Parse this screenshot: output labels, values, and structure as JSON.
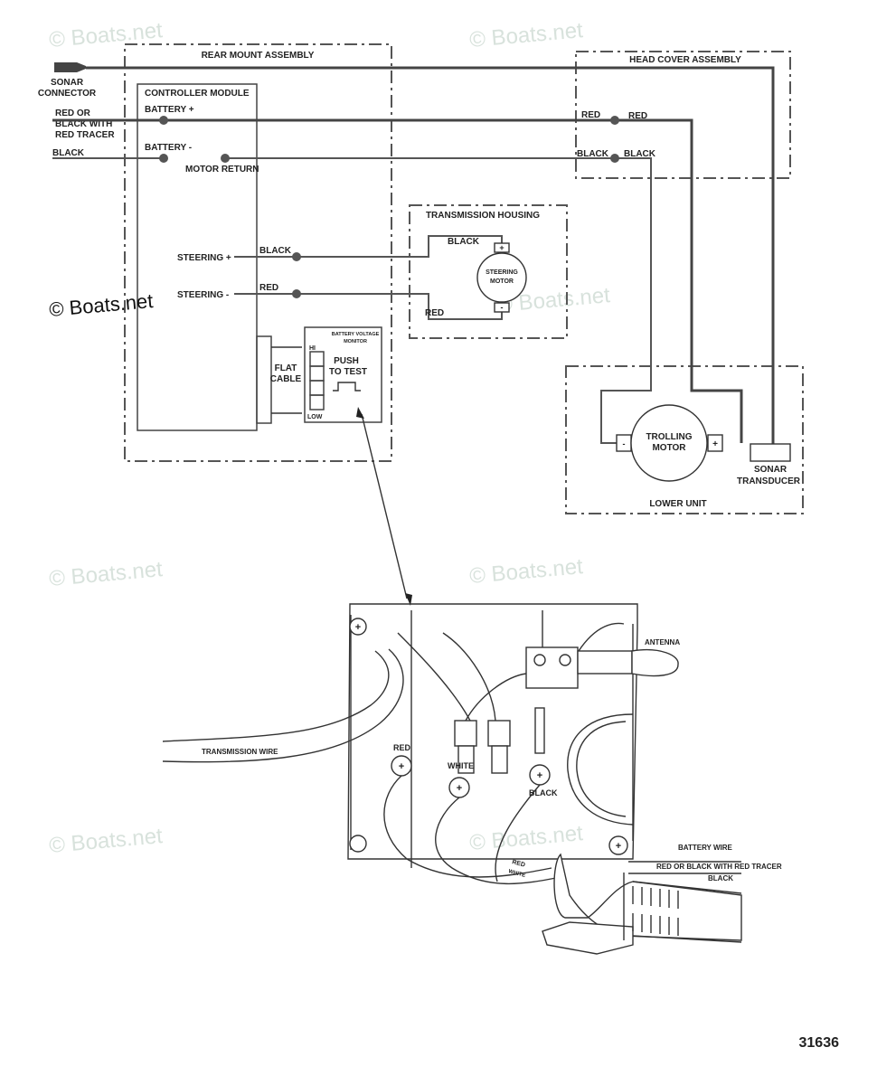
{
  "watermark": "© Boats.net",
  "figure_number": "31636",
  "schematic": {
    "rear_mount_assembly": "REAR MOUNT ASSEMBLY",
    "head_cover_assembly": "HEAD COVER ASSEMBLY",
    "controller_module": "CONTROLLER MODULE",
    "transmission_housing": "TRANSMISSION HOUSING",
    "lower_unit": "LOWER UNIT",
    "sonar_connector": [
      "SONAR",
      "CONNECTOR"
    ],
    "battery_pos_wire": [
      "RED  OR",
      "BLACK WITH",
      "RED TRACER"
    ],
    "battery_neg_wire": "BLACK",
    "battery_plus": "BATTERY +",
    "battery_minus": "BATTERY -",
    "motor_return": "MOTOR RETURN",
    "steering_plus": "STEERING +",
    "steering_minus": "STEERING -",
    "steering_plus_wire": "BLACK",
    "steering_minus_wire": "RED",
    "head_red_in": "RED",
    "head_red_out": "RED",
    "head_black_in": "BLACK",
    "head_black_out": "BLACK",
    "steering_motor": [
      "STEERING",
      "MOTOR"
    ],
    "steering_black": "BLACK",
    "steering_red": "RED",
    "flat_cable": [
      "FLAT",
      "CABLE"
    ],
    "bvm_title": [
      "BATTERY VOLTAGE",
      "MONITOR"
    ],
    "bvm_hi": "HI",
    "bvm_low": "LOW",
    "push_to_test": [
      "PUSH",
      "TO TEST"
    ],
    "trolling_motor": [
      "TROLLING",
      "MOTOR"
    ],
    "sonar_transducer": [
      "SONAR",
      "TRANSDUCER"
    ],
    "plus_sign": "+",
    "minus_sign": "-"
  },
  "illustration": {
    "antenna": "ANTENNA",
    "transmission_wire": "TRANSMISSION WIRE",
    "terminal_red": "RED",
    "terminal_white": "WHITE",
    "terminal_black": "BLACK",
    "wire_red": "RED",
    "wire_white": "WHITE",
    "battery_wire": "BATTERY WIRE",
    "battery_wire_pos": "RED OR BLACK WITH RED TRACER",
    "battery_wire_neg": "BLACK"
  }
}
